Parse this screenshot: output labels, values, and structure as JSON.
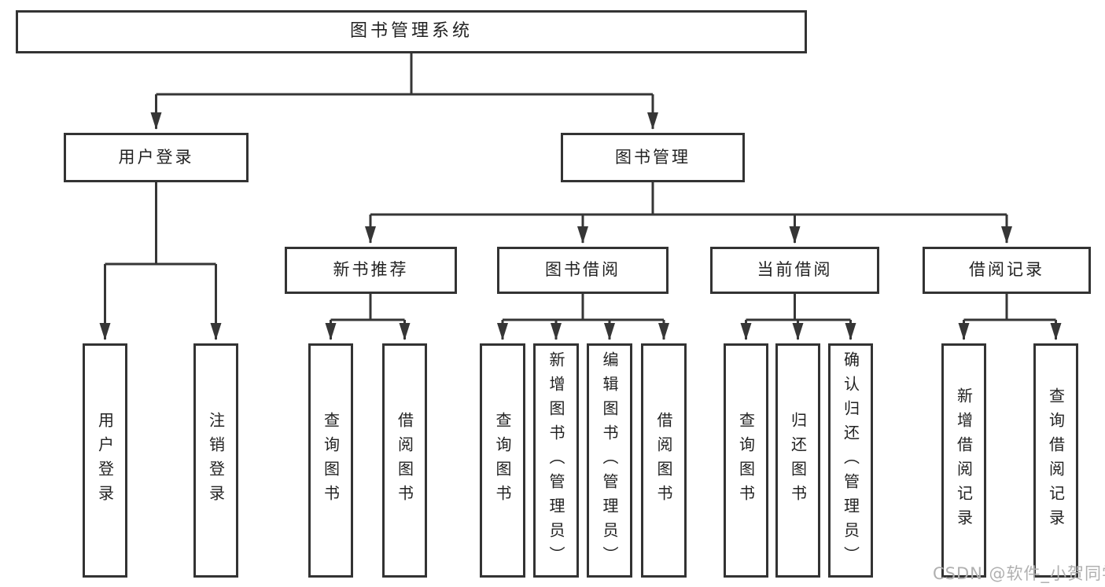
{
  "diagram": {
    "type": "hierarchy-tree",
    "tree": {
      "root": {
        "label": "图书管理系统"
      },
      "children": [
        {
          "label": "用户登录",
          "children": [
            {
              "label": "用户登录"
            },
            {
              "label": "注销登录"
            }
          ]
        },
        {
          "label": "图书管理",
          "children": [
            {
              "label": "新书推荐",
              "children": [
                {
                  "label": "查询图书"
                },
                {
                  "label": "借阅图书"
                }
              ]
            },
            {
              "label": "图书借阅",
              "children": [
                {
                  "label": "查询图书"
                },
                {
                  "label": "新增图书（管理员）"
                },
                {
                  "label": "编辑图书（管理员）"
                },
                {
                  "label": "借阅图书"
                }
              ]
            },
            {
              "label": "当前借阅",
              "children": [
                {
                  "label": "查询图书"
                },
                {
                  "label": "归还图书"
                },
                {
                  "label": "确认归还（管理员）"
                }
              ]
            },
            {
              "label": "借阅记录",
              "children": [
                {
                  "label": "新增借阅记录"
                },
                {
                  "label": "查询借阅记录"
                }
              ]
            }
          ]
        }
      ]
    }
  },
  "watermark": {
    "text": "CSDN @软件_小贺同学",
    "color": "#b0b0b0"
  },
  "colors": {
    "line": "#363636",
    "box_border": "#333333",
    "box_background": "#ffffff",
    "text": "#222222",
    "page_background": "#ffffff"
  }
}
